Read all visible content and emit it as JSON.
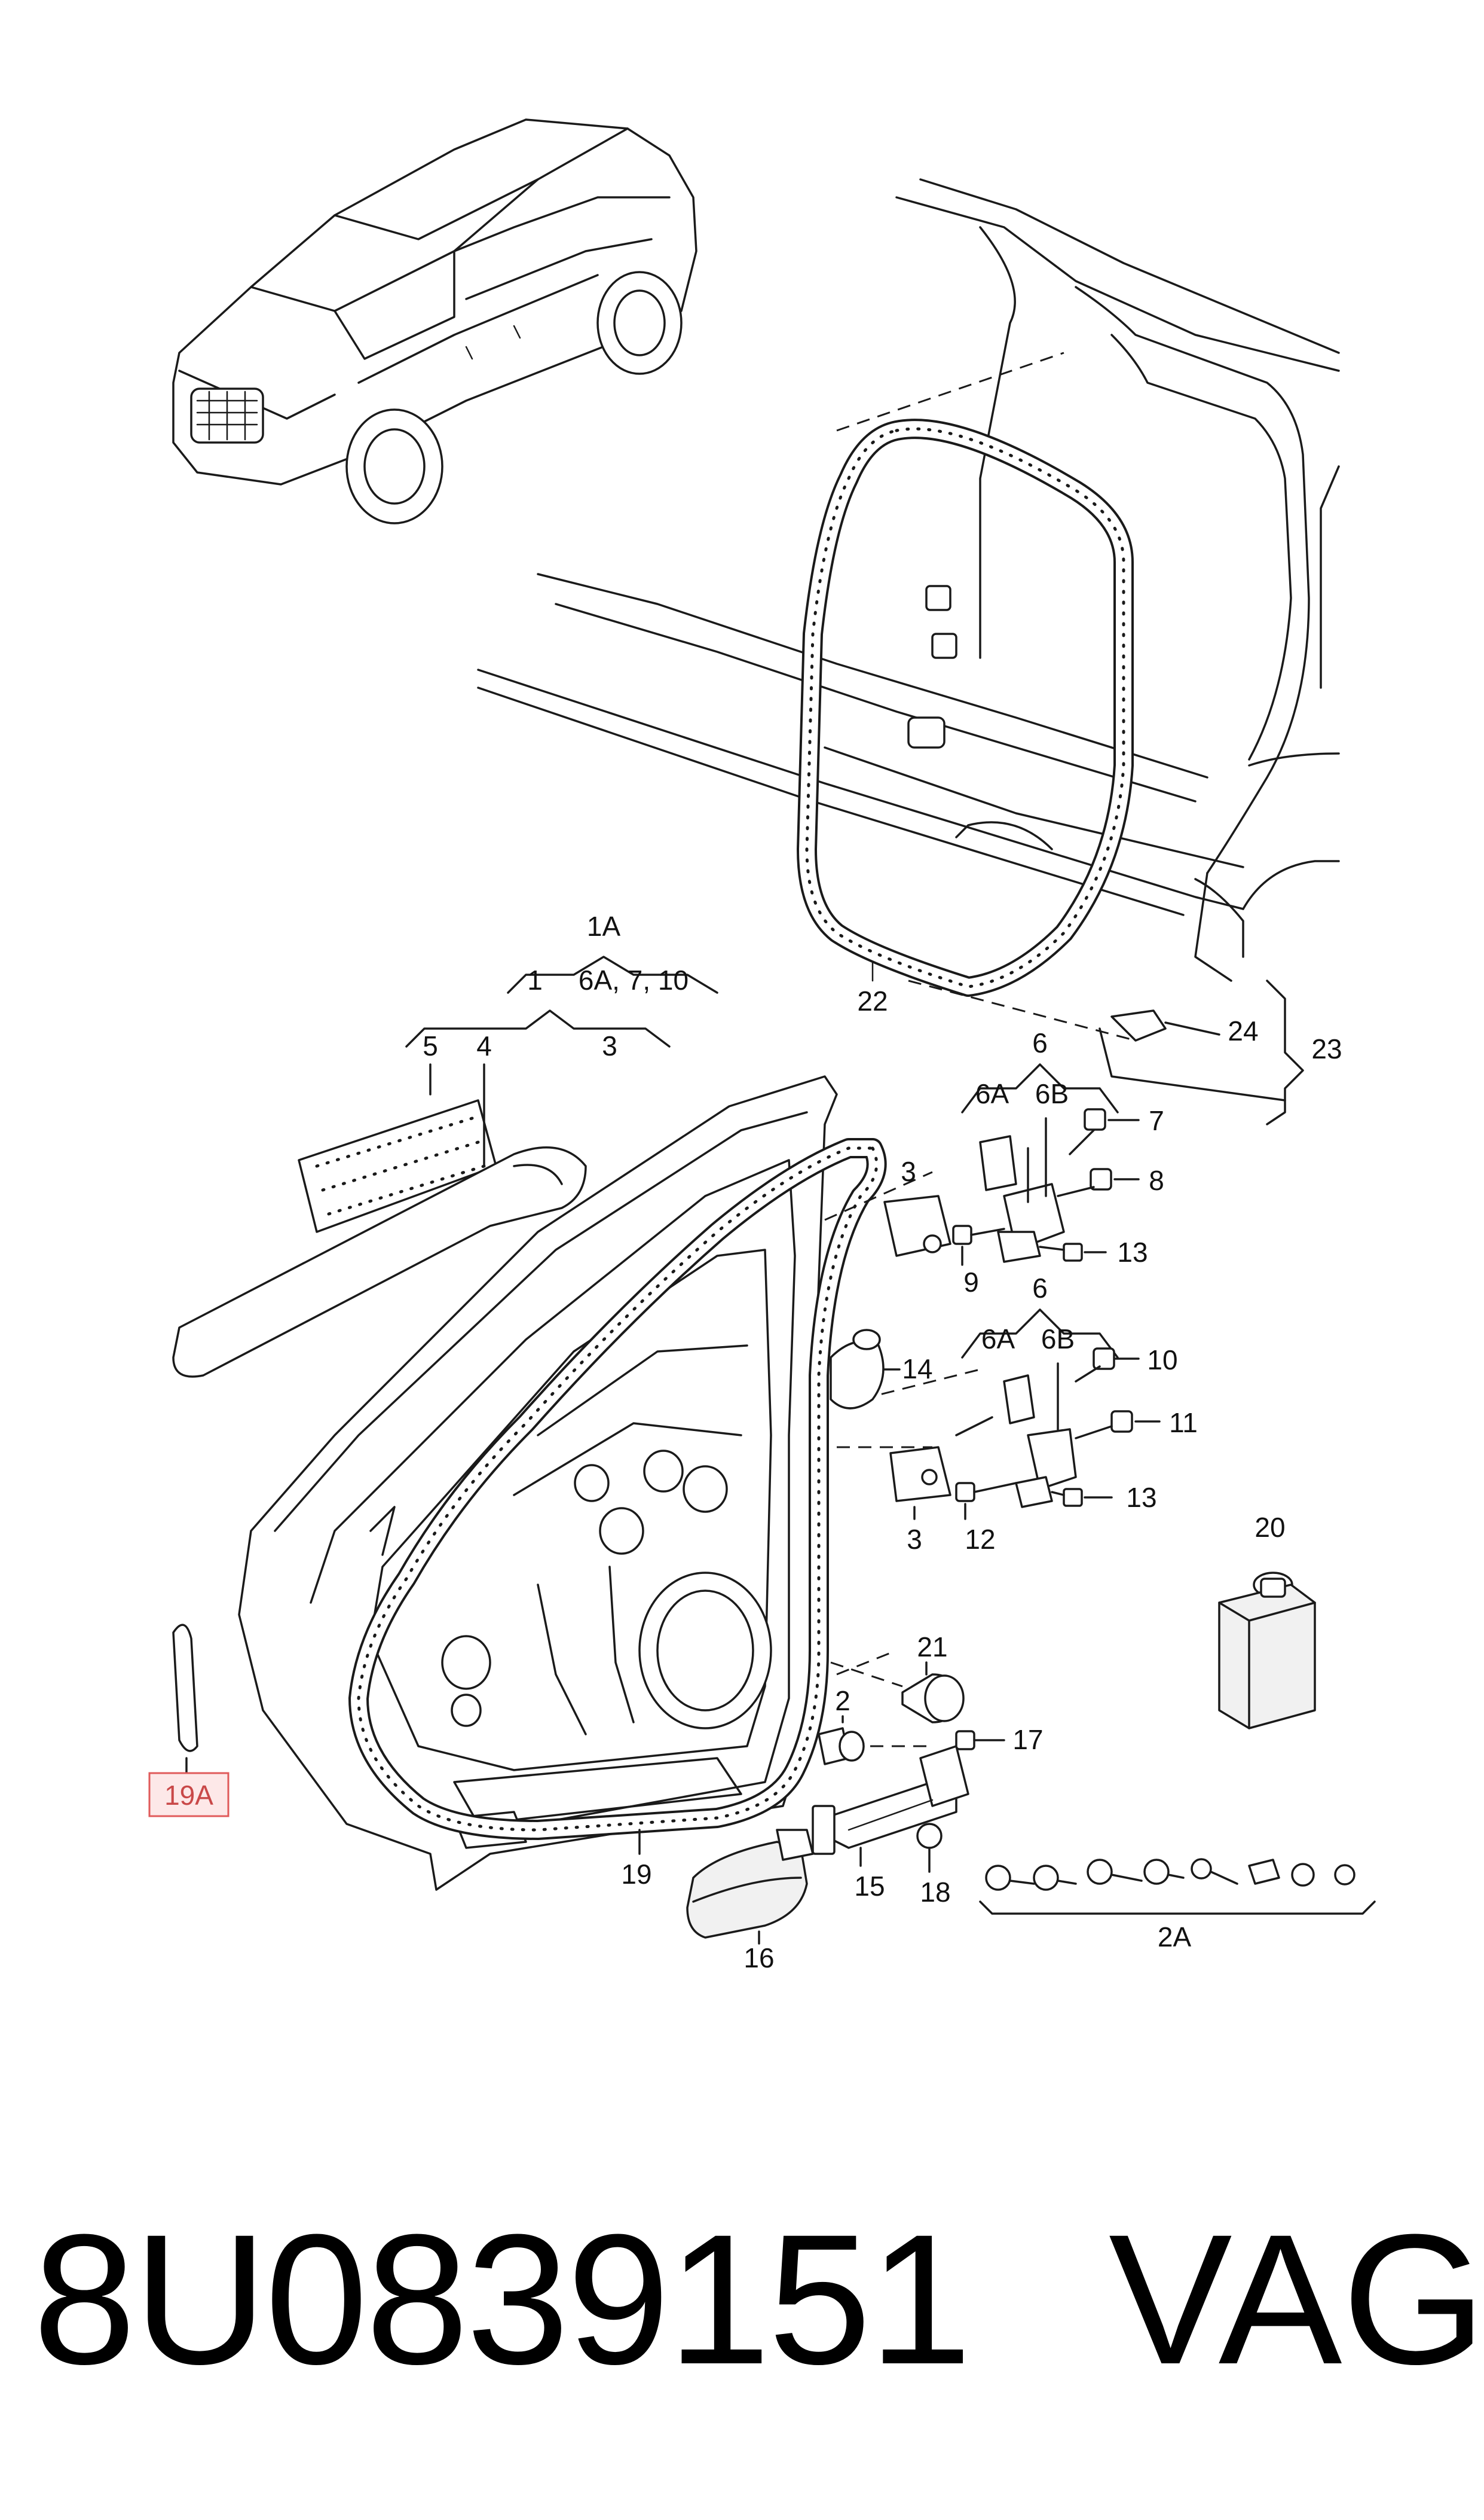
{
  "callouts": {
    "c1A": "1A",
    "c1": "1",
    "c6A_7_10": "6A, 7, 10",
    "c5": "5",
    "c4": "4",
    "c3_top": "3",
    "c22": "22",
    "c24": "24",
    "c23": "23",
    "c6_top": "6",
    "c6A_top": "6A",
    "c6B_top": "6B",
    "c7": "7",
    "c8": "8",
    "c3_mid": "3",
    "c13_top": "13",
    "c9": "9",
    "c6_mid": "6",
    "c6A_mid": "6A",
    "c6B_mid": "6B",
    "c10": "10",
    "c14": "14",
    "c11": "11",
    "c13_bot": "13",
    "c3_bot": "3",
    "c12": "12",
    "c20": "20",
    "c21": "21",
    "c2": "2",
    "c17": "17",
    "c19A": "19A",
    "c19": "19",
    "c15": "15",
    "c18": "18",
    "c16": "16",
    "c2A": "2A"
  },
  "highlight_color": "#e05a5a",
  "footer": {
    "part_number": "8U0839151",
    "brand": "VAG"
  }
}
